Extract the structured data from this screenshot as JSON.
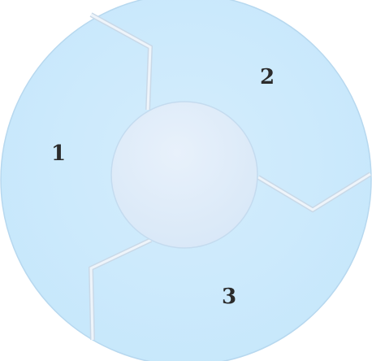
{
  "diagram": {
    "type": "cycle",
    "segments": [
      {
        "id": 1,
        "label": "1"
      },
      {
        "id": 2,
        "label": "2"
      },
      {
        "id": 3,
        "label": "3"
      }
    ],
    "colors": {
      "segment_fill": "#cdeafc",
      "segment_stroke": "#b7d8ef",
      "divider": "#e6f0f8",
      "hub_fill_top": "#e4eefa",
      "hub_fill_bottom": "#dce9f8",
      "hub_stroke": "#c4dbef",
      "label_color": "#2b2b2b"
    }
  }
}
